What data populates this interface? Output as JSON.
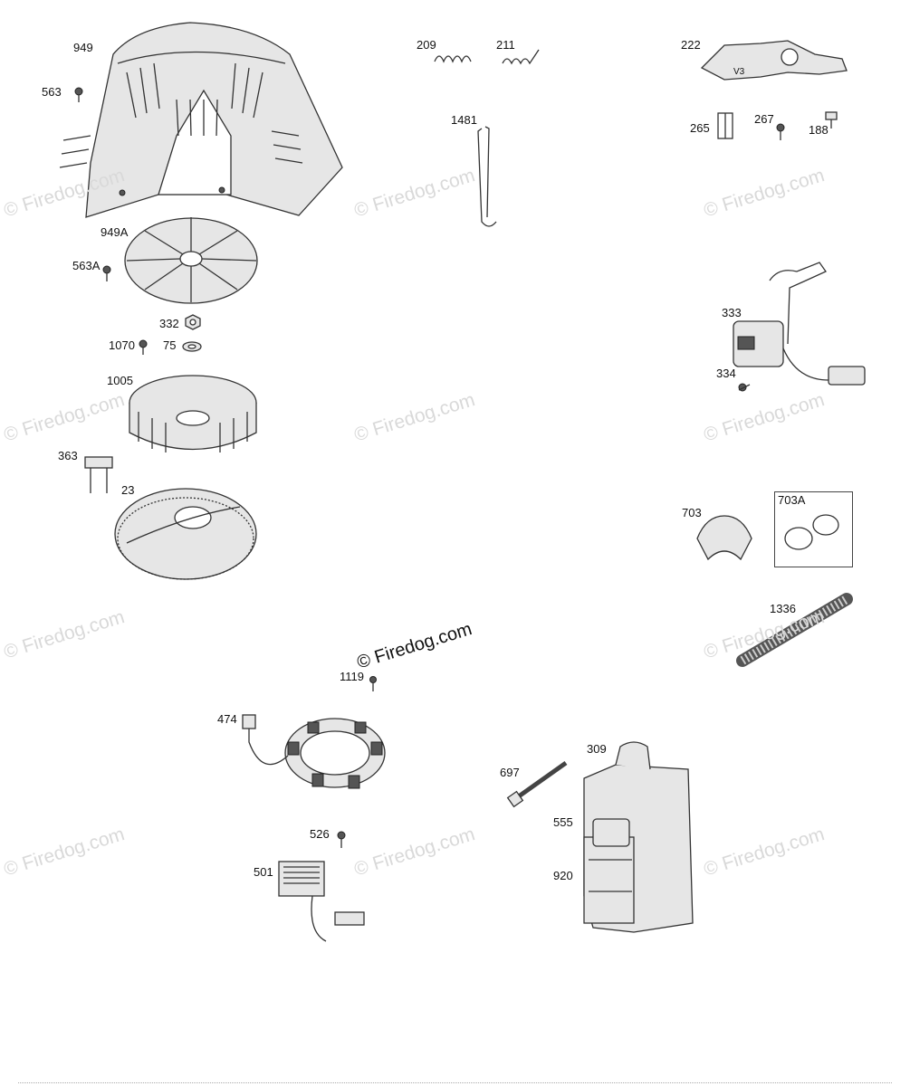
{
  "watermark": {
    "text": "© Firedog.com",
    "main_text": "© Firedog.com",
    "color": "#d9d9d9"
  },
  "inset_label": "703A",
  "parts": [
    {
      "ref": "949",
      "name": "blower-housing"
    },
    {
      "ref": "563",
      "name": "screw"
    },
    {
      "ref": "949A",
      "name": "screen"
    },
    {
      "ref": "563A",
      "name": "screw"
    },
    {
      "ref": "332",
      "name": "nut"
    },
    {
      "ref": "1070",
      "name": "screw"
    },
    {
      "ref": "75",
      "name": "washer"
    },
    {
      "ref": "1005",
      "name": "fan"
    },
    {
      "ref": "363",
      "name": "clamp"
    },
    {
      "ref": "23",
      "name": "flywheel"
    },
    {
      "ref": "209",
      "name": "spring"
    },
    {
      "ref": "211",
      "name": "spring"
    },
    {
      "ref": "1481",
      "name": "link"
    },
    {
      "ref": "222",
      "name": "bracket"
    },
    {
      "ref": "265",
      "name": "clip"
    },
    {
      "ref": "267",
      "name": "screw"
    },
    {
      "ref": "188",
      "name": "screw"
    },
    {
      "ref": "333",
      "name": "armature"
    },
    {
      "ref": "334",
      "name": "screw"
    },
    {
      "ref": "703",
      "name": "clip"
    },
    {
      "ref": "703A",
      "name": "clip-kit"
    },
    {
      "ref": "1336",
      "name": "conduit"
    },
    {
      "ref": "1119",
      "name": "screw"
    },
    {
      "ref": "474",
      "name": "alternator"
    },
    {
      "ref": "526",
      "name": "screw"
    },
    {
      "ref": "501",
      "name": "regulator"
    },
    {
      "ref": "697",
      "name": "bolt"
    },
    {
      "ref": "309",
      "name": "starter-motor"
    },
    {
      "ref": "555",
      "name": "solenoid"
    },
    {
      "ref": "920",
      "name": "drive"
    }
  ]
}
